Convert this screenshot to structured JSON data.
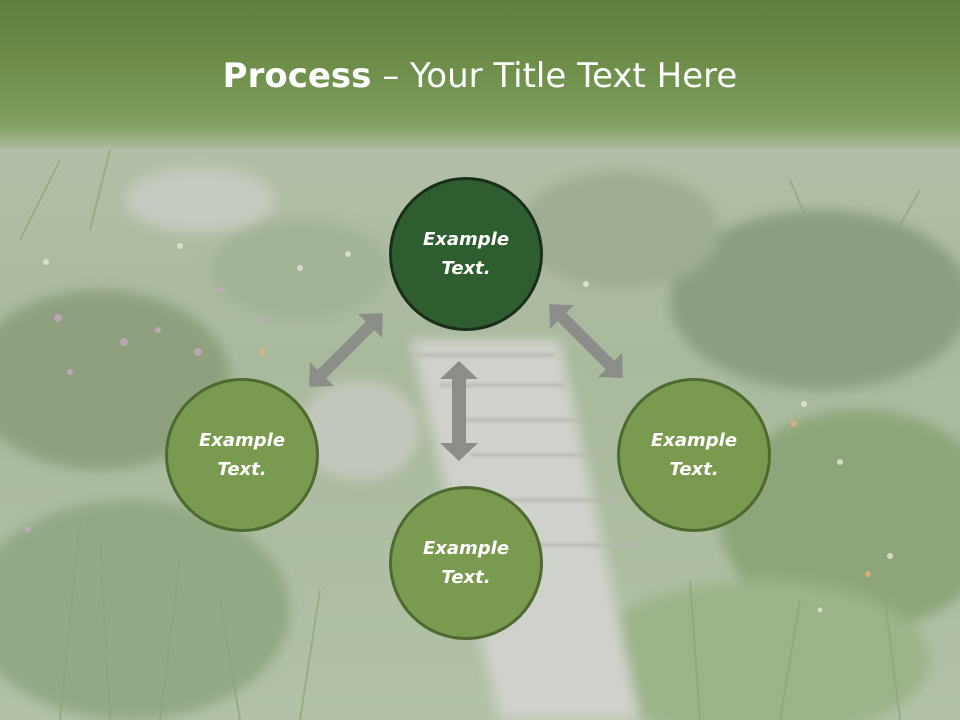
{
  "title": {
    "bold": "Process",
    "dash": " – ",
    "rest": "Your Title Text Here"
  },
  "nodes": {
    "top": {
      "line1": "Example",
      "line2": "Text."
    },
    "left": {
      "line1": "Example",
      "line2": "Text."
    },
    "right": {
      "line1": "Example",
      "line2": "Text."
    },
    "bottom": {
      "line1": "Example",
      "line2": "Text."
    }
  },
  "colors": {
    "header": "#6c8c48",
    "node_active": "#2e5e30",
    "node": "#7a9a50",
    "arrow": "#8a8d88"
  }
}
